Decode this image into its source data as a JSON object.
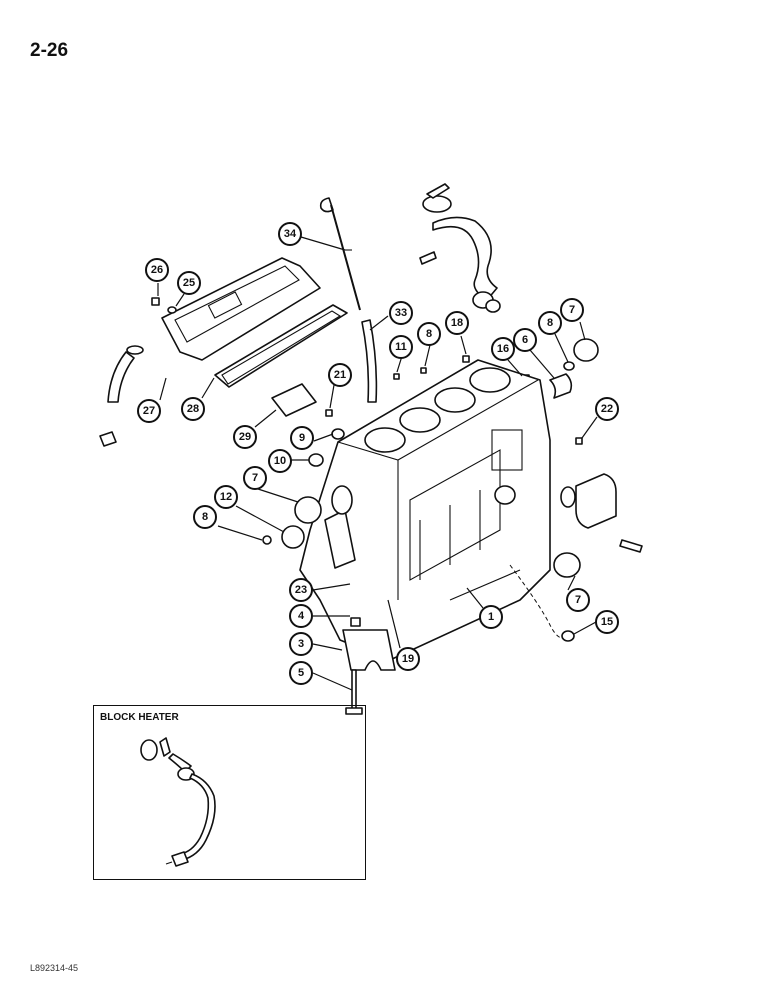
{
  "page": {
    "number": "2-26",
    "code": "L892314-45"
  },
  "inset": {
    "title": "BLOCK HEATER"
  },
  "callouts": [
    {
      "label": "34"
    },
    {
      "label": "26"
    },
    {
      "label": "25"
    },
    {
      "label": "33"
    },
    {
      "label": "18"
    },
    {
      "label": "8"
    },
    {
      "label": "11"
    },
    {
      "label": "21"
    },
    {
      "label": "16"
    },
    {
      "label": "6"
    },
    {
      "label": "8"
    },
    {
      "label": "7"
    },
    {
      "label": "27"
    },
    {
      "label": "28"
    },
    {
      "label": "29"
    },
    {
      "label": "9"
    },
    {
      "label": "10"
    },
    {
      "label": "22"
    },
    {
      "label": "7"
    },
    {
      "label": "12"
    },
    {
      "label": "8"
    },
    {
      "label": "23"
    },
    {
      "label": "4"
    },
    {
      "label": "3"
    },
    {
      "label": "5"
    },
    {
      "label": "19"
    },
    {
      "label": "1"
    },
    {
      "label": "7"
    },
    {
      "label": "15"
    }
  ]
}
